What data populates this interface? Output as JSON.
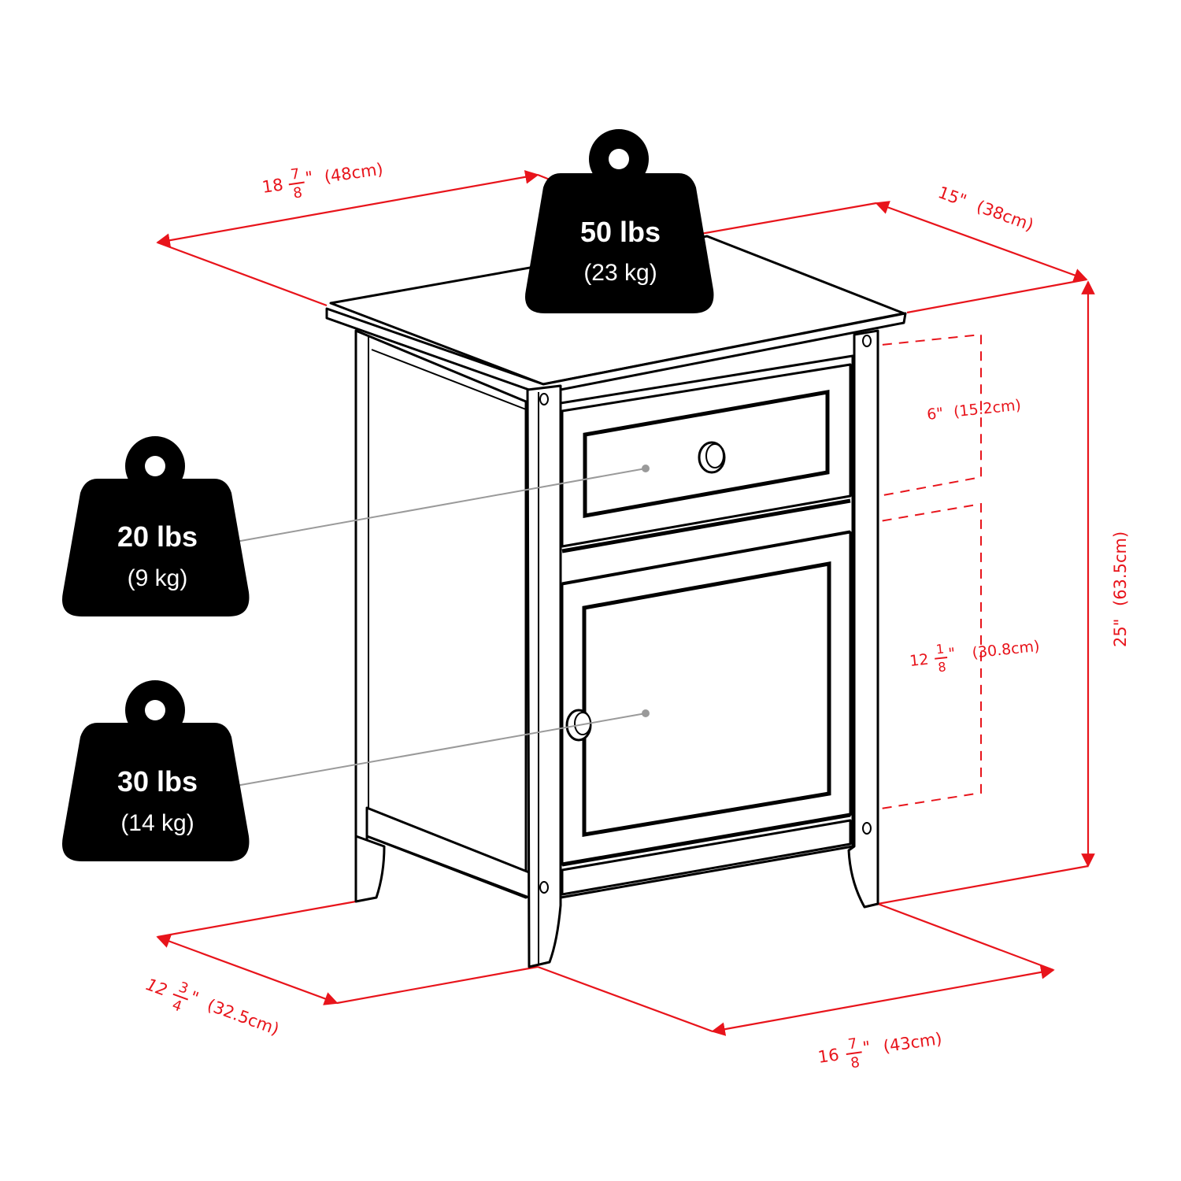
{
  "product": {
    "type": "nightstand / accent table with drawer and cabinet door"
  },
  "dimensions": {
    "top_width": {
      "whole": "18",
      "num": "7",
      "den": "8",
      "inch_mark": "\"",
      "metric": "(48cm)"
    },
    "top_depth": {
      "label": "15\"",
      "metric": "(38cm)"
    },
    "total_height": {
      "label": "25\"",
      "metric": "(63.5cm)"
    },
    "drawer_height": {
      "label": "6\"",
      "metric": "(15.2cm)"
    },
    "cabinet_height": {
      "whole": "12",
      "num": "1",
      "den": "8",
      "inch_mark": "\"",
      "metric": "(30.8cm)"
    },
    "base_depth": {
      "whole": "12",
      "num": "3",
      "den": "4",
      "inch_mark": "\"",
      "metric": "(32.5cm)"
    },
    "base_width": {
      "whole": "16",
      "num": "7",
      "den": "8",
      "inch_mark": "\"",
      "metric": "(43cm)"
    }
  },
  "weight_capacities": [
    {
      "part": "top",
      "lbs": "50 lbs",
      "kg": "(23 kg)"
    },
    {
      "part": "drawer",
      "lbs": "20 lbs",
      "kg": "(9 kg)"
    },
    {
      "part": "cabinet",
      "lbs": "30 lbs",
      "kg": "(14 kg)"
    }
  ],
  "colors": {
    "dimension_red": "#e8141b",
    "weight_black": "#000000",
    "leader_gray": "#9a9a9a",
    "background": "#ffffff"
  }
}
